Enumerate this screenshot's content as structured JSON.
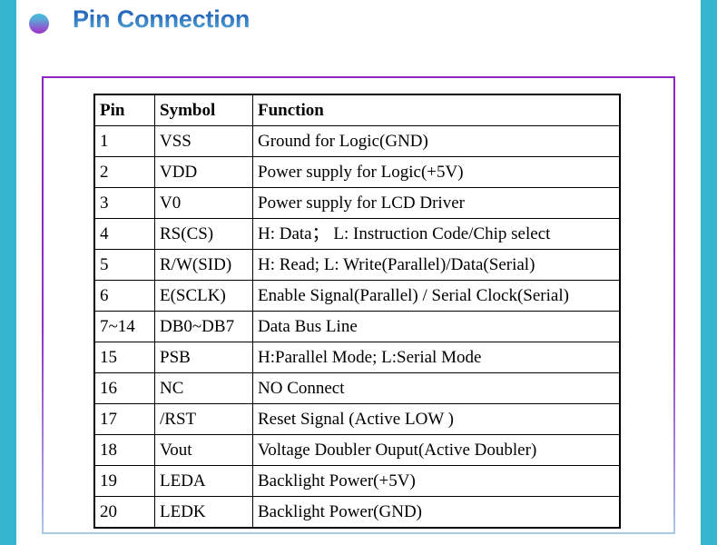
{
  "slide": {
    "title": "Pin Connection",
    "bullet_icon": "bullet-circle-icon",
    "accent_teal": "#35b6ce",
    "frame_purple": "#8e24c4",
    "title_blue": "#1f5fb4"
  },
  "table": {
    "headers": {
      "pin": "Pin",
      "symbol": "Symbol",
      "function": "Function"
    },
    "rows": [
      {
        "pin": "1",
        "symbol": "VSS",
        "function": "Ground for Logic(GND)"
      },
      {
        "pin": "2",
        "symbol": "VDD",
        "function": "Power supply for Logic(+5V)"
      },
      {
        "pin": "3",
        "symbol": "V0",
        "function": "Power supply for LCD Driver"
      },
      {
        "pin": "4",
        "symbol": "RS(CS)",
        "function": "H: Data；  L: Instruction Code/Chip select"
      },
      {
        "pin": "5",
        "symbol": "R/W(SID)",
        "function": "H: Read; L: Write(Parallel)/Data(Serial)"
      },
      {
        "pin": "6",
        "symbol": "E(SCLK)",
        "function": "Enable Signal(Parallel) / Serial Clock(Serial)"
      },
      {
        "pin": "7~14",
        "symbol": "DB0~DB7",
        "function": "Data Bus Line"
      },
      {
        "pin": "15",
        "symbol": "PSB",
        "function": "H:Parallel Mode;  L:Serial Mode"
      },
      {
        "pin": "16",
        "symbol": "NC",
        "function": "NO Connect"
      },
      {
        "pin": "17",
        "symbol": "/RST",
        "function": "Reset Signal (Active LOW )"
      },
      {
        "pin": "18",
        "symbol": "Vout",
        "function": "Voltage Doubler Ouput(Active Doubler)"
      },
      {
        "pin": "19",
        "symbol": "LEDA",
        "function": "Backlight Power(+5V)"
      },
      {
        "pin": "20",
        "symbol": "LEDK",
        "function": "Backlight Power(GND)"
      }
    ]
  }
}
